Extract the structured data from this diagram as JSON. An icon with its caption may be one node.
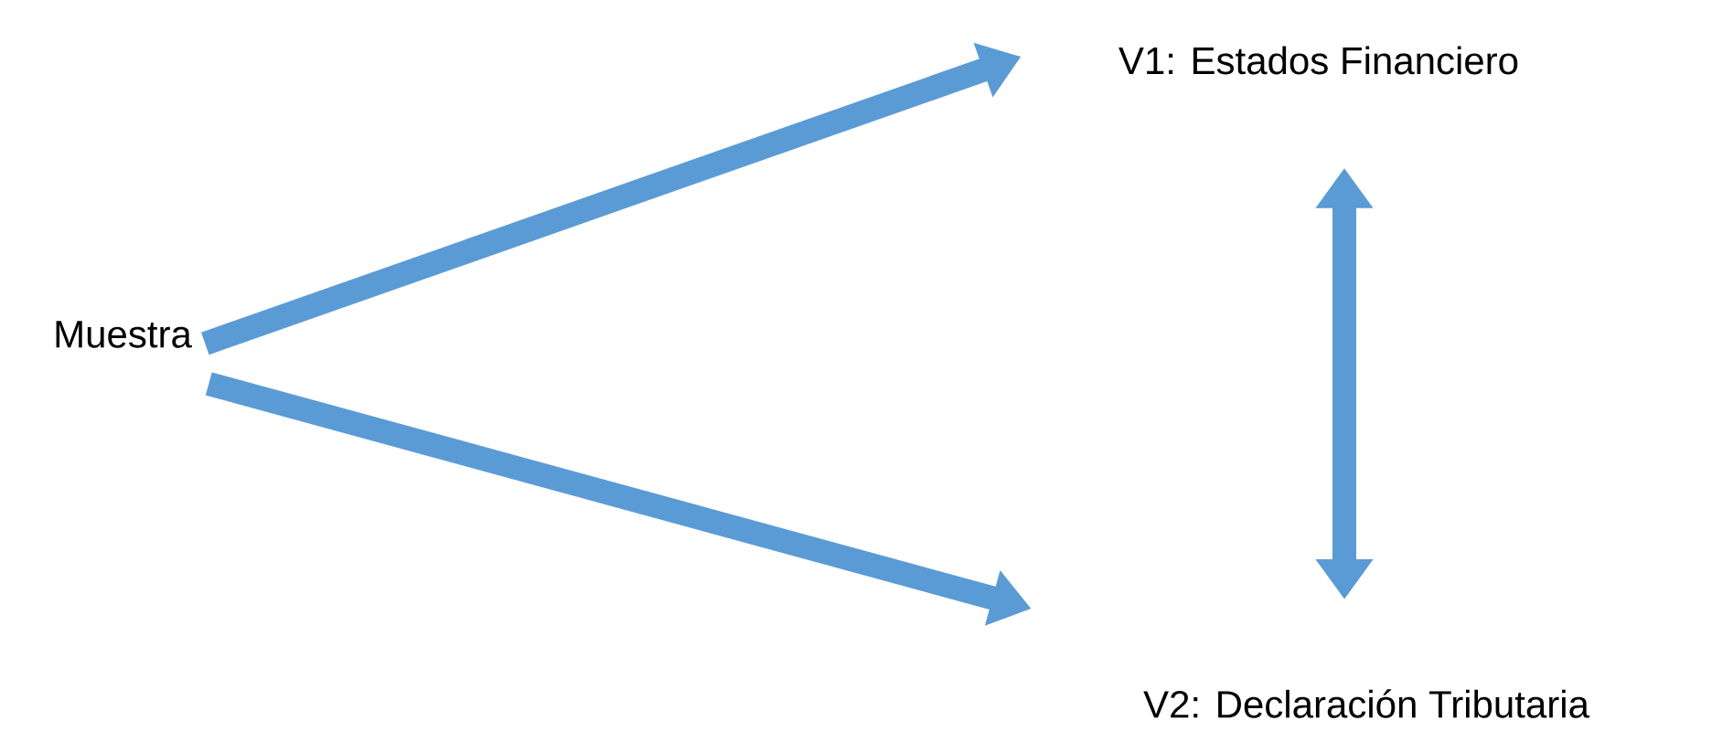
{
  "diagram": {
    "nodes": [
      {
        "text": [
          "Muestra"
        ]
      },
      {
        "text": [
          "V1: Estados Financiero"
        ]
      },
      {
        "text": [
          "V2: Declaración Tributaria"
        ]
      }
    ],
    "edges": [
      {
        "from": 0,
        "to": 1,
        "arrow": "to"
      },
      {
        "from": 0,
        "to": 2,
        "arrow": "to"
      },
      {
        "from": 1,
        "to": 2,
        "arrow": "both"
      }
    ]
  }
}
